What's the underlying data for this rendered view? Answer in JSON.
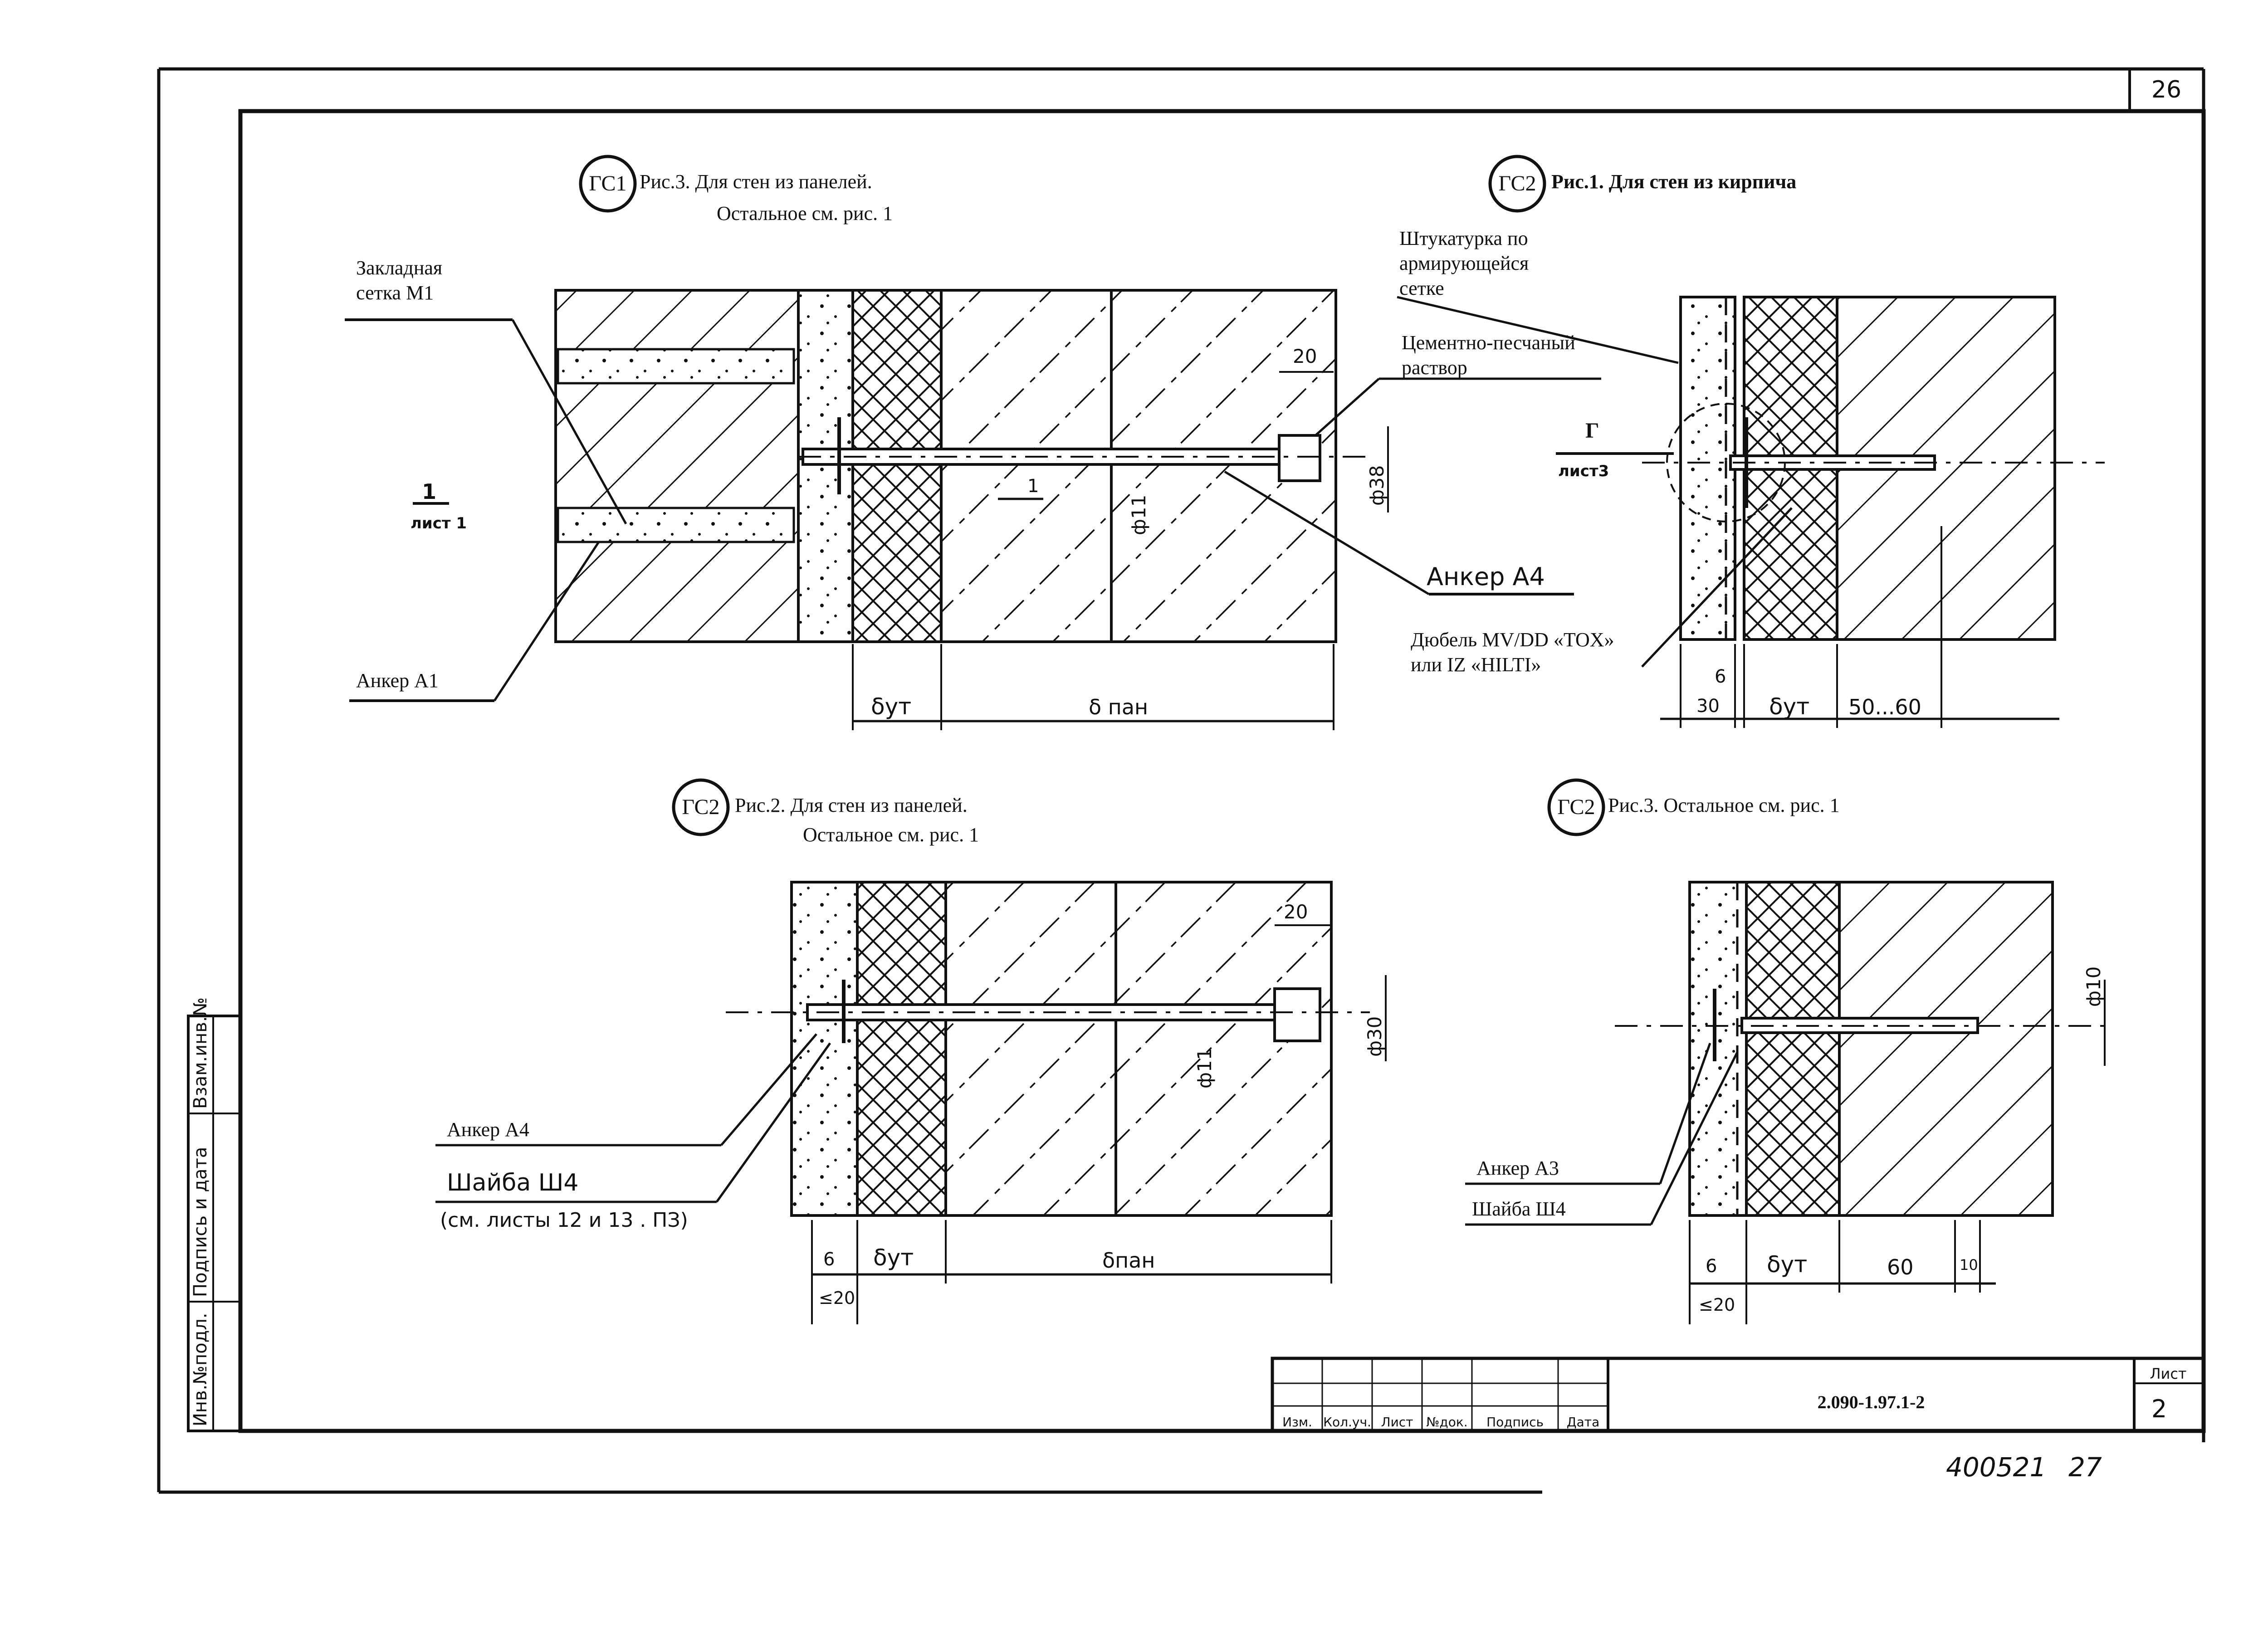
{
  "sheet": {
    "page_number": "26",
    "doc_code": "2.090-1.97.1-2",
    "sheet_label": "Лист",
    "sheet_number": "2",
    "handwritten_number": "400521",
    "handwritten_suffix": "27",
    "title_block_columns": [
      "Изм.",
      "Кол.уч.",
      "Лист",
      "№док.",
      "Подпись",
      "Дата"
    ],
    "side_stamp": [
      "Инв.№подл.",
      "Подпись и дата",
      "Взам.инв.№"
    ]
  },
  "fig_top_left": {
    "tag": "ГС1",
    "caption_line1": "Рис.3. Для стен из    панелей.",
    "caption_line2": "Остальное см. рис. 1",
    "labels": {
      "mesh_line1": "Закладная",
      "mesh_line2": "сетка М1",
      "anchor_a1": "Анкер А1",
      "anchor_a4": "Анкер А4",
      "section_mark": "1",
      "section_sheet": "лист 1",
      "dim_20": "20",
      "dim_d38": "ф38",
      "dim_d11": "ф11",
      "dim_dut": "δут",
      "dim_dpan": "δ пан",
      "marker_1": "1"
    }
  },
  "fig_top_right": {
    "tag": "ГС2",
    "caption_line1": "Рис.1. Для стен из кирпича",
    "labels": {
      "plaster_line1": "Штукатурка по",
      "plaster_line2": "армирующейся",
      "plaster_line3": "сетке",
      "mortar_line1": "Цементно-песчаный",
      "mortar_line2": "раствор",
      "node_g": "Г",
      "node_sheet": "лист3",
      "dowel_line1": "Дюбель MV/DD «TOX»",
      "dowel_line2": "или IZ «HILTI»",
      "dim_6": "6",
      "dim_30": "30",
      "dim_dut": "δут",
      "dim_5060": "50...60"
    }
  },
  "fig_bottom_left": {
    "tag": "ГС2",
    "caption_line1": "Рис.2. Для стен из    панелей.",
    "caption_line2": "Остальное см. рис. 1",
    "labels": {
      "anchor_a4": "Анкер А4",
      "washer": "Шайба Ш4",
      "washer_ref": "(см. листы 12 и 13 . ПЗ)",
      "dim_20": "20",
      "dim_d30": "ф30",
      "dim_d11": "ф11",
      "dim_6": "6",
      "dim_le20": "≤20",
      "dim_dut": "δут",
      "dim_dpan": "δпан"
    }
  },
  "fig_bottom_right": {
    "tag": "ГС2",
    "caption_line1": "Рис.3. Остальное см. рис. 1",
    "labels": {
      "anchor_a3": "Анкер А3",
      "washer": "Шайба Ш4",
      "dim_d10": "ф10",
      "dim_6": "6",
      "dim_le20": "≤20",
      "dim_dut": "δут",
      "dim_60": "60",
      "dim_10": "10"
    }
  }
}
